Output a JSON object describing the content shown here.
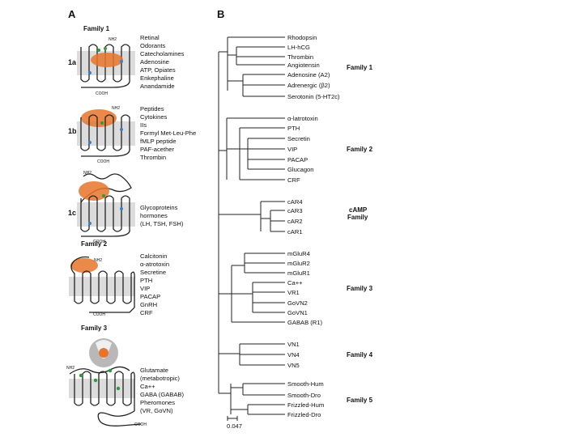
{
  "panel_a": {
    "label": "A",
    "sections": [
      {
        "id": "1a",
        "family": "Family 1",
        "tag": "1a",
        "terminals": [
          "NH2",
          "COOH"
        ],
        "ligands": [
          "Retinal",
          "Odorants",
          "Catecholamines",
          "Adenosine",
          "ATP, Opiates",
          "Enkephaline",
          "Anandamide"
        ]
      },
      {
        "id": "1b",
        "family": "",
        "tag": "1b",
        "terminals": [
          "NH2",
          "COOH"
        ],
        "ligands": [
          "Peptides",
          "Cytokines",
          "IIs",
          "Formyl Met-Leu-Phe",
          "fMLP peptide",
          "PAF-acether",
          "Thrombin"
        ]
      },
      {
        "id": "1c",
        "family": "",
        "tag": "1c",
        "terminals": [
          "NH2",
          "COOH"
        ],
        "ligands": [
          "Glycoproteins",
          "hormones",
          "(LH, TSH, FSH)"
        ]
      },
      {
        "id": "f2",
        "family": "Family 2",
        "tag": "",
        "terminals": [
          "NH2",
          "COOH"
        ],
        "ligands": [
          "Calcitonin",
          "α-atrotoxin",
          "Secretine",
          "PTH",
          "VIP",
          "PACAP",
          "GnRH",
          "CRF"
        ]
      },
      {
        "id": "f3",
        "family": "Family 3",
        "tag": "",
        "terminals": [
          "NH2",
          "COOH"
        ],
        "ligands": [
          "Glutamate",
          "(metabotropic)",
          "Ca++",
          "GABA (GABAB)",
          "Pheromones",
          "(VR, GoVN)"
        ]
      }
    ]
  },
  "panel_b": {
    "label": "B",
    "leaves": [
      "Rhodopsin",
      "LH-hCG",
      "Thrombin",
      "Angiotensin",
      "Adenosine (A2)",
      "Adrenergic (β2)",
      "Serotonin (5-HT2c)",
      "α-latrotoxin",
      "PTH",
      "Secretin",
      "VIP",
      "PACAP",
      "Glucagon",
      "CRF",
      "cAR4",
      "cAR3",
      "cAR2",
      "cAR1",
      "mGluR4",
      "mGluR2",
      "mGluR1",
      "Ca++",
      "VR1",
      "GoVN2",
      "GoVN1",
      "GABAB (R1)",
      "VN1",
      "VN4",
      "VN5",
      "Smooth-Hum",
      "Smooth-Dro",
      "Frizzled-Hum",
      "Frizzled-Dro"
    ],
    "families": [
      "Family 1",
      "Family 2",
      "cAMP",
      "Family",
      "Family 3",
      "Family 4",
      "Family 5"
    ],
    "scale_label": "0.047"
  },
  "colors": {
    "ligand": "#e8742a",
    "membrane": "#dcdcdc",
    "residue_green": "#2e9a3a",
    "residue_blue": "#3a7fc4",
    "sphere": "#b8b8b8"
  }
}
